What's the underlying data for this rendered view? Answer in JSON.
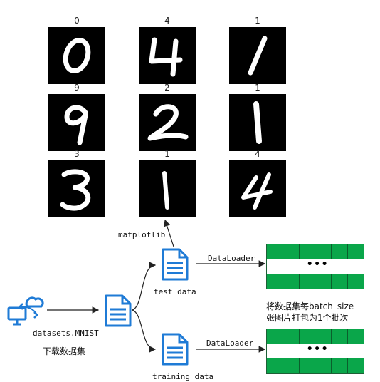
{
  "digits": [
    {
      "label": "0",
      "glyph": "0"
    },
    {
      "label": "4",
      "glyph": "4"
    },
    {
      "label": "1",
      "glyph": "1"
    },
    {
      "label": "9",
      "glyph": "9"
    },
    {
      "label": "2",
      "glyph": "2"
    },
    {
      "label": "1",
      "glyph": "1"
    },
    {
      "label": "3",
      "glyph": "3"
    },
    {
      "label": "1",
      "glyph": "1"
    },
    {
      "label": "4",
      "glyph": "4"
    }
  ],
  "labels": {
    "matplotlib": "matplotlib",
    "dataloader_top": "DataLoader",
    "dataloader_bottom": "DataLoader",
    "test_data": "test_data",
    "training_data": "training_data",
    "datasets": "datasets.MNIST",
    "download": "下载数据集",
    "batch_note_1": "将数据集每batch_size",
    "batch_note_2": "张图片打包为1个批次"
  },
  "colors": {
    "icon_blue": "#1f7bd6",
    "batch_green": "#0aa64a",
    "batch_border": "#1e5f36"
  },
  "icons": {
    "cloud_computer": "cloud-computer-icon",
    "document": "document-icon"
  }
}
